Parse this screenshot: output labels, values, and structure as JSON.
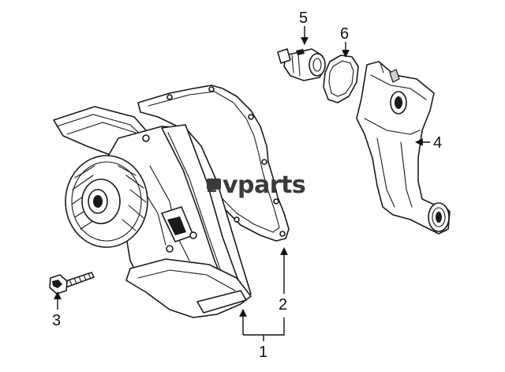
{
  "callouts": [
    {
      "id": "1",
      "label": "1"
    },
    {
      "id": "2",
      "label": "2"
    },
    {
      "id": "3",
      "label": "3"
    },
    {
      "id": "4",
      "label": "4"
    },
    {
      "id": "5",
      "label": "5"
    },
    {
      "id": "6",
      "label": "6"
    }
  ],
  "watermark": {
    "prefix": "z",
    "text": "vparts"
  },
  "colors": {
    "line": "#1a1a1a",
    "background": "#ffffff",
    "watermark": "#3a3a3a"
  }
}
